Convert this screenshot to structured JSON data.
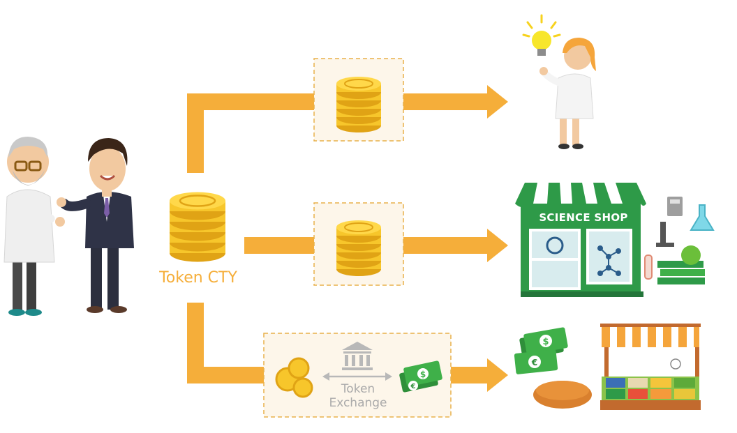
{
  "token_label": "Token CTY",
  "exchange_label_line1": "Token",
  "exchange_label_line2": "Exchange",
  "shop_sign": "SCIENCE SHOP",
  "currency_symbols": [
    "$",
    "€"
  ],
  "colors": {
    "arrow": "#F5AE3A",
    "coin": "#F7C62B",
    "coin_dark": "#E0A315",
    "box_fill": "#FDF6EA",
    "box_border": "#E8B04A",
    "shop_green": "#2E9A48",
    "money_green": "#3FB049"
  },
  "icons": [
    "people-handshake-icon",
    "coin-stack-icon",
    "scientist-idea-icon",
    "science-shop-icon",
    "bank-icon",
    "money-icon",
    "market-stall-icon",
    "bread-icon"
  ]
}
